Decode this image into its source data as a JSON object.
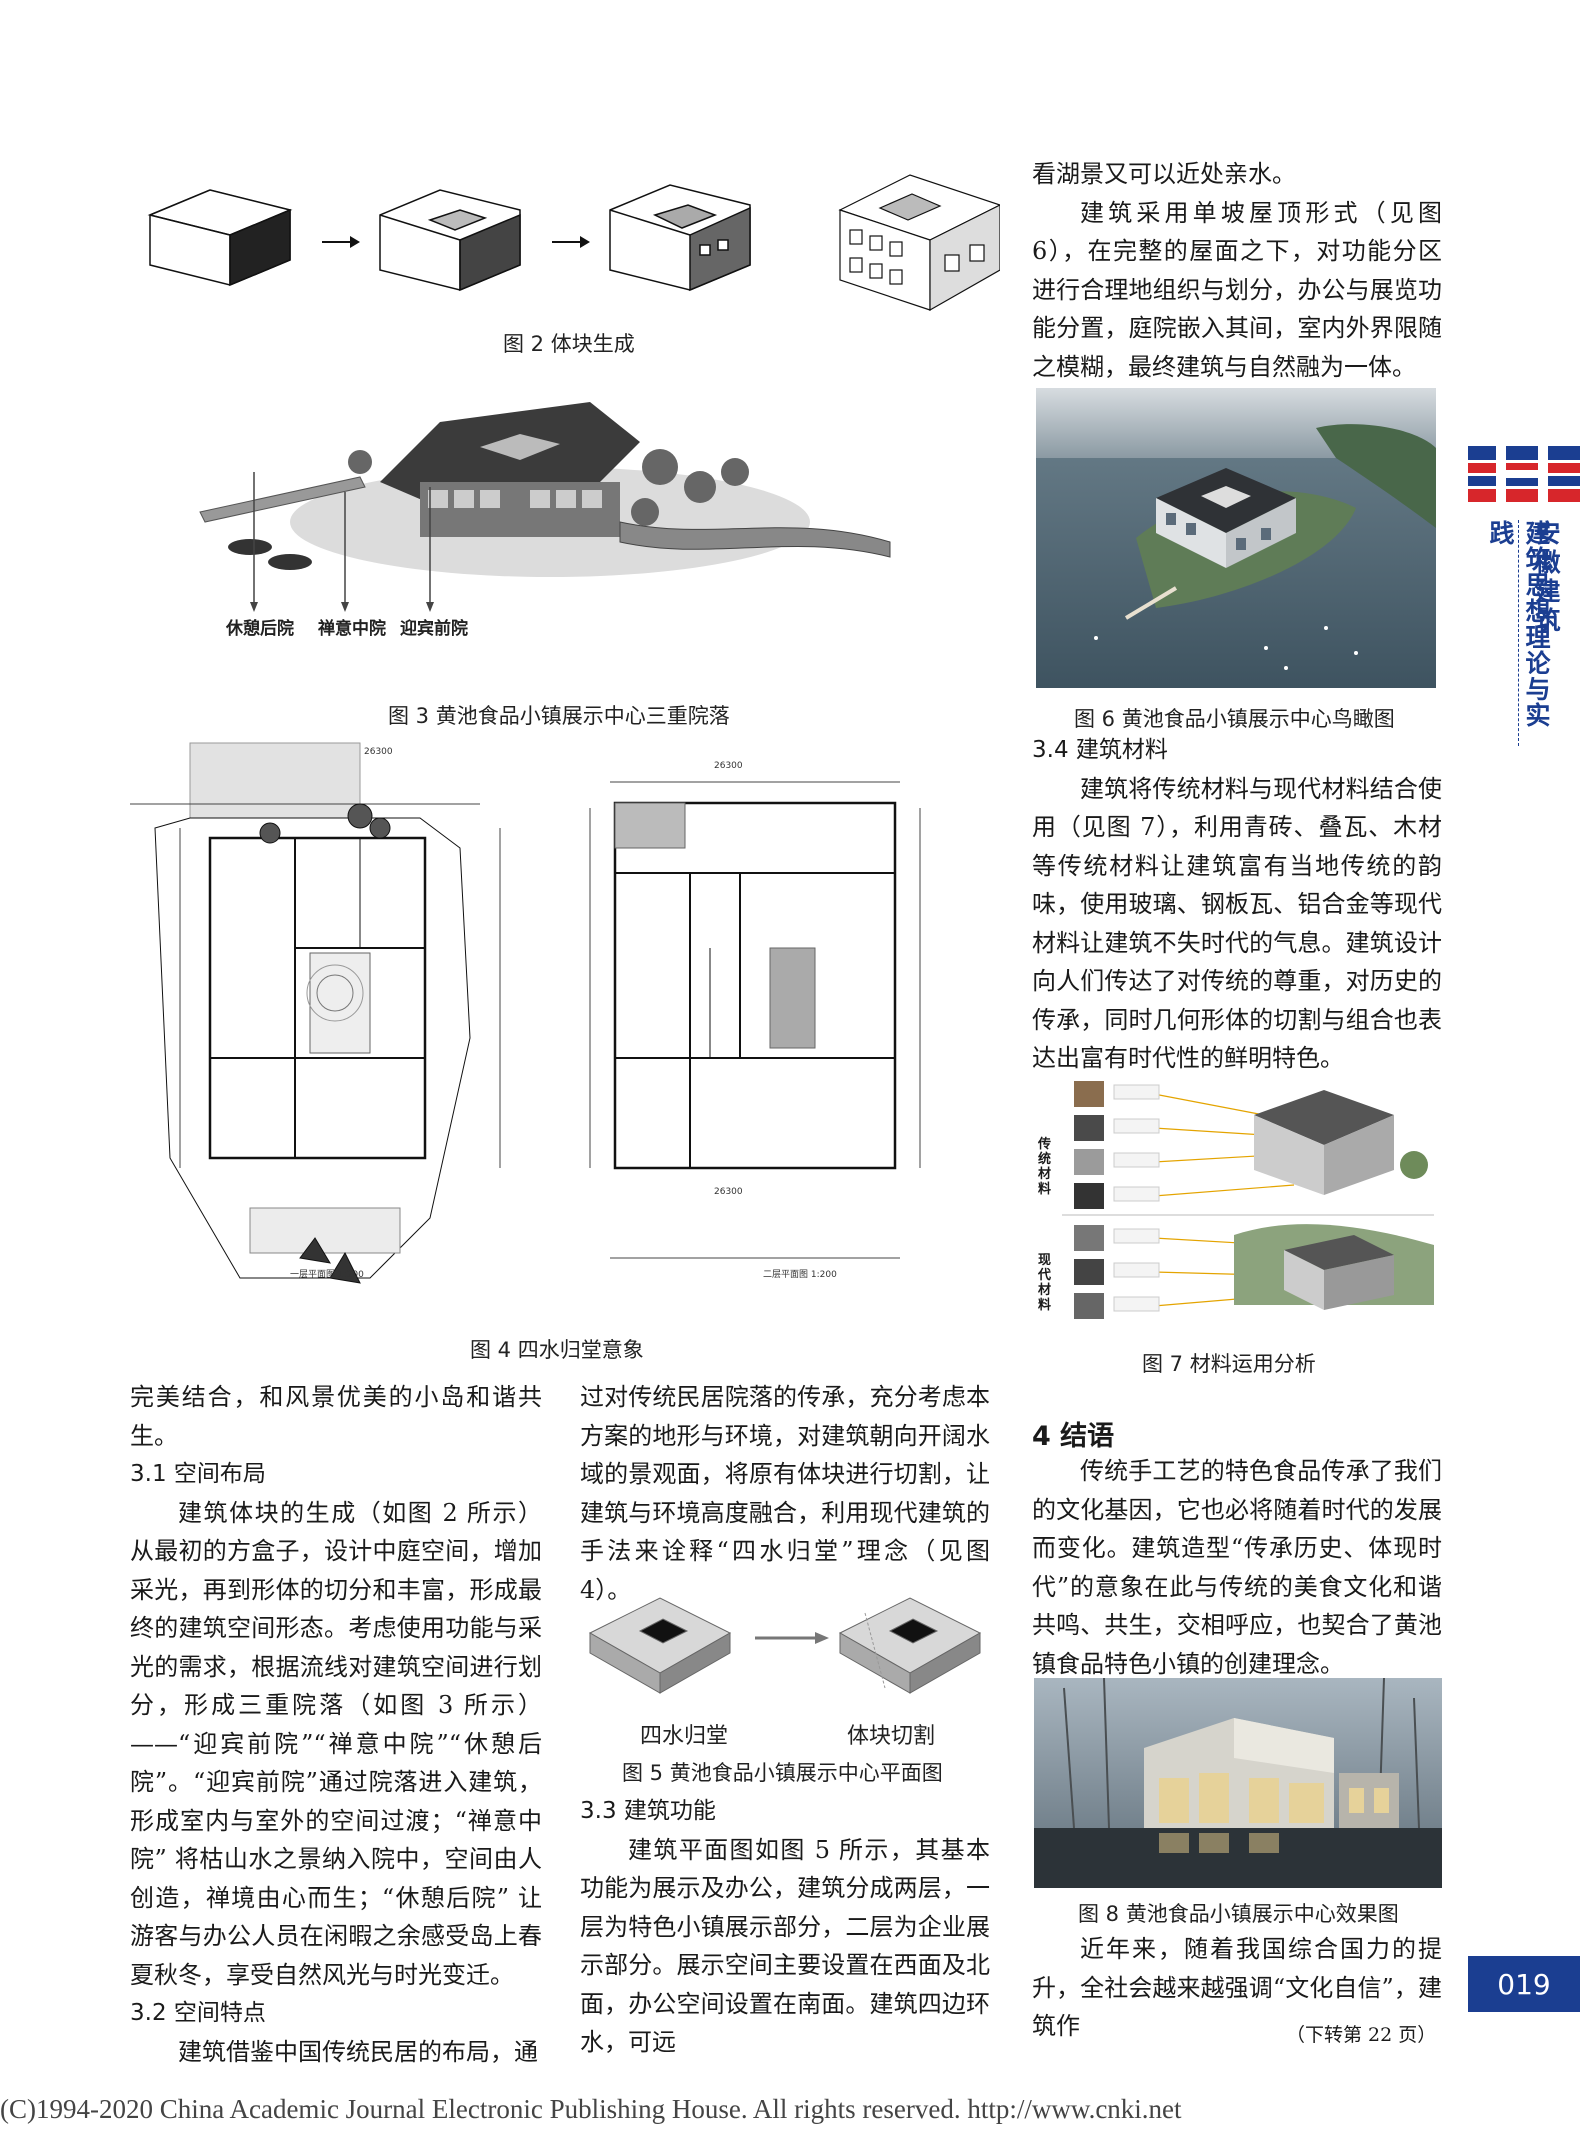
{
  "figures": {
    "fig2": {
      "caption": "图 2   体块生成"
    },
    "fig3": {
      "caption": "图 3   黄池食品小镇展示中心三重院落",
      "labels": [
        "休憩后院",
        "禅意中院",
        "迎宾前院"
      ]
    },
    "fig4": {
      "caption": "图 4   四水归堂意象"
    },
    "fig5": {
      "caption": "图 5   黄池食品小镇展示中心平面图",
      "labels": [
        "四水归堂",
        "体块切割"
      ]
    },
    "fig6": {
      "caption": "图 6   黄池食品小镇展示中心鸟瞰图"
    },
    "fig7": {
      "caption": "图 7   材料运用分析",
      "group_traditional": "传统材料",
      "group_modern": "现代材料"
    },
    "fig8": {
      "caption": "图 8   黄池食品小镇展示中心效果图"
    }
  },
  "col1": {
    "p_cont": "完美结合，和风景优美的小岛和谐共生。",
    "h31": "3.1 空间布局",
    "p31": "建筑体块的生成（如图 2 所示）从最初的方盒子，设计中庭空间，增加采光，再到形体的切分和丰富，形成最终的建筑空间形态。考虑使用功能与采光的需求，根据流线对建筑空间进行划分，形成三重院落（如图 3 所示）——“迎宾前院”“禅意中院”“休憩后院”。“迎宾前院”通过院落进入建筑，形成室内与室外的空间过渡；“禅意中院” 将枯山水之景纳入院中，空间由人创造，禅境由心而生；“休憩后院” 让游客与办公人员在闲暇之余感受岛上春夏秋冬，享受自然风光与时光变迁。",
    "h32": "3.2 空间特点",
    "p32": "建筑借鉴中国传统民居的布局，通"
  },
  "col2": {
    "p_cont": "过对传统民居院落的传承，充分考虑本方案的地形与环境，对建筑朝向开阔水域的景观面，将原有体块进行切割，让建筑与环境高度融合，利用现代建筑的手法来诠释“四水归堂”理念（见图 4）。",
    "h33": "3.3 建筑功能",
    "p33": "建筑平面图如图 5 所示，其基本功能为展示及办公，建筑分成两层，一层为特色小镇展示部分，二层为企业展示部分。展示空间主要设置在西面及北面，办公空间设置在南面。建筑四边环水，可远"
  },
  "col3": {
    "p_cont": "看湖景又可以近处亲水。",
    "p_roof": "建筑采用单坡屋顶形式（见图 6），在完整的屋面之下，对功能分区进行合理地组织与划分，办公与展览功能分置，庭院嵌入其间，室内外界限随之模糊，最终建筑与自然融为一体。",
    "h34": "3.4 建筑材料",
    "p34": "建筑将传统材料与现代材料结合使用（见图 7），利用青砖、叠瓦、木材等传统材料让建筑富有当地传统的韵味，使用玻璃、钢板瓦、铝合金等现代材料让建筑不失时代的气息。建筑设计向人们传达了对传统的尊重，对历史的传承，同时几何形体的切割与组合也表达出富有时代性的鲜明特色。",
    "h4": "4   结语",
    "p4": "传统手工艺的特色食品传承了我们的文化基因，它也必将随着时代的发展而变化。建筑造型“传承历史、体现时代”的意象在此与传统的美食文化和谐共鸣、共生，交相呼应，也契合了黄池镇食品特色小镇的创建理念。",
    "p_end": "近年来，随着我国综合国力的提升，全社会越来越强调“文化自信”，建筑作",
    "continued": "（下转第 22 页）"
  },
  "side": {
    "journal_1": "建筑思想理论与实践",
    "journal_2": "安徽建筑"
  },
  "page_number": "019",
  "footer": "(C)1994-2020 China Academic Journal Electronic Publishing House. All rights reserved.    http://www.cnki.net",
  "colors": {
    "accent_blue": "#1b3e91",
    "accent_red": "#d7262b"
  }
}
